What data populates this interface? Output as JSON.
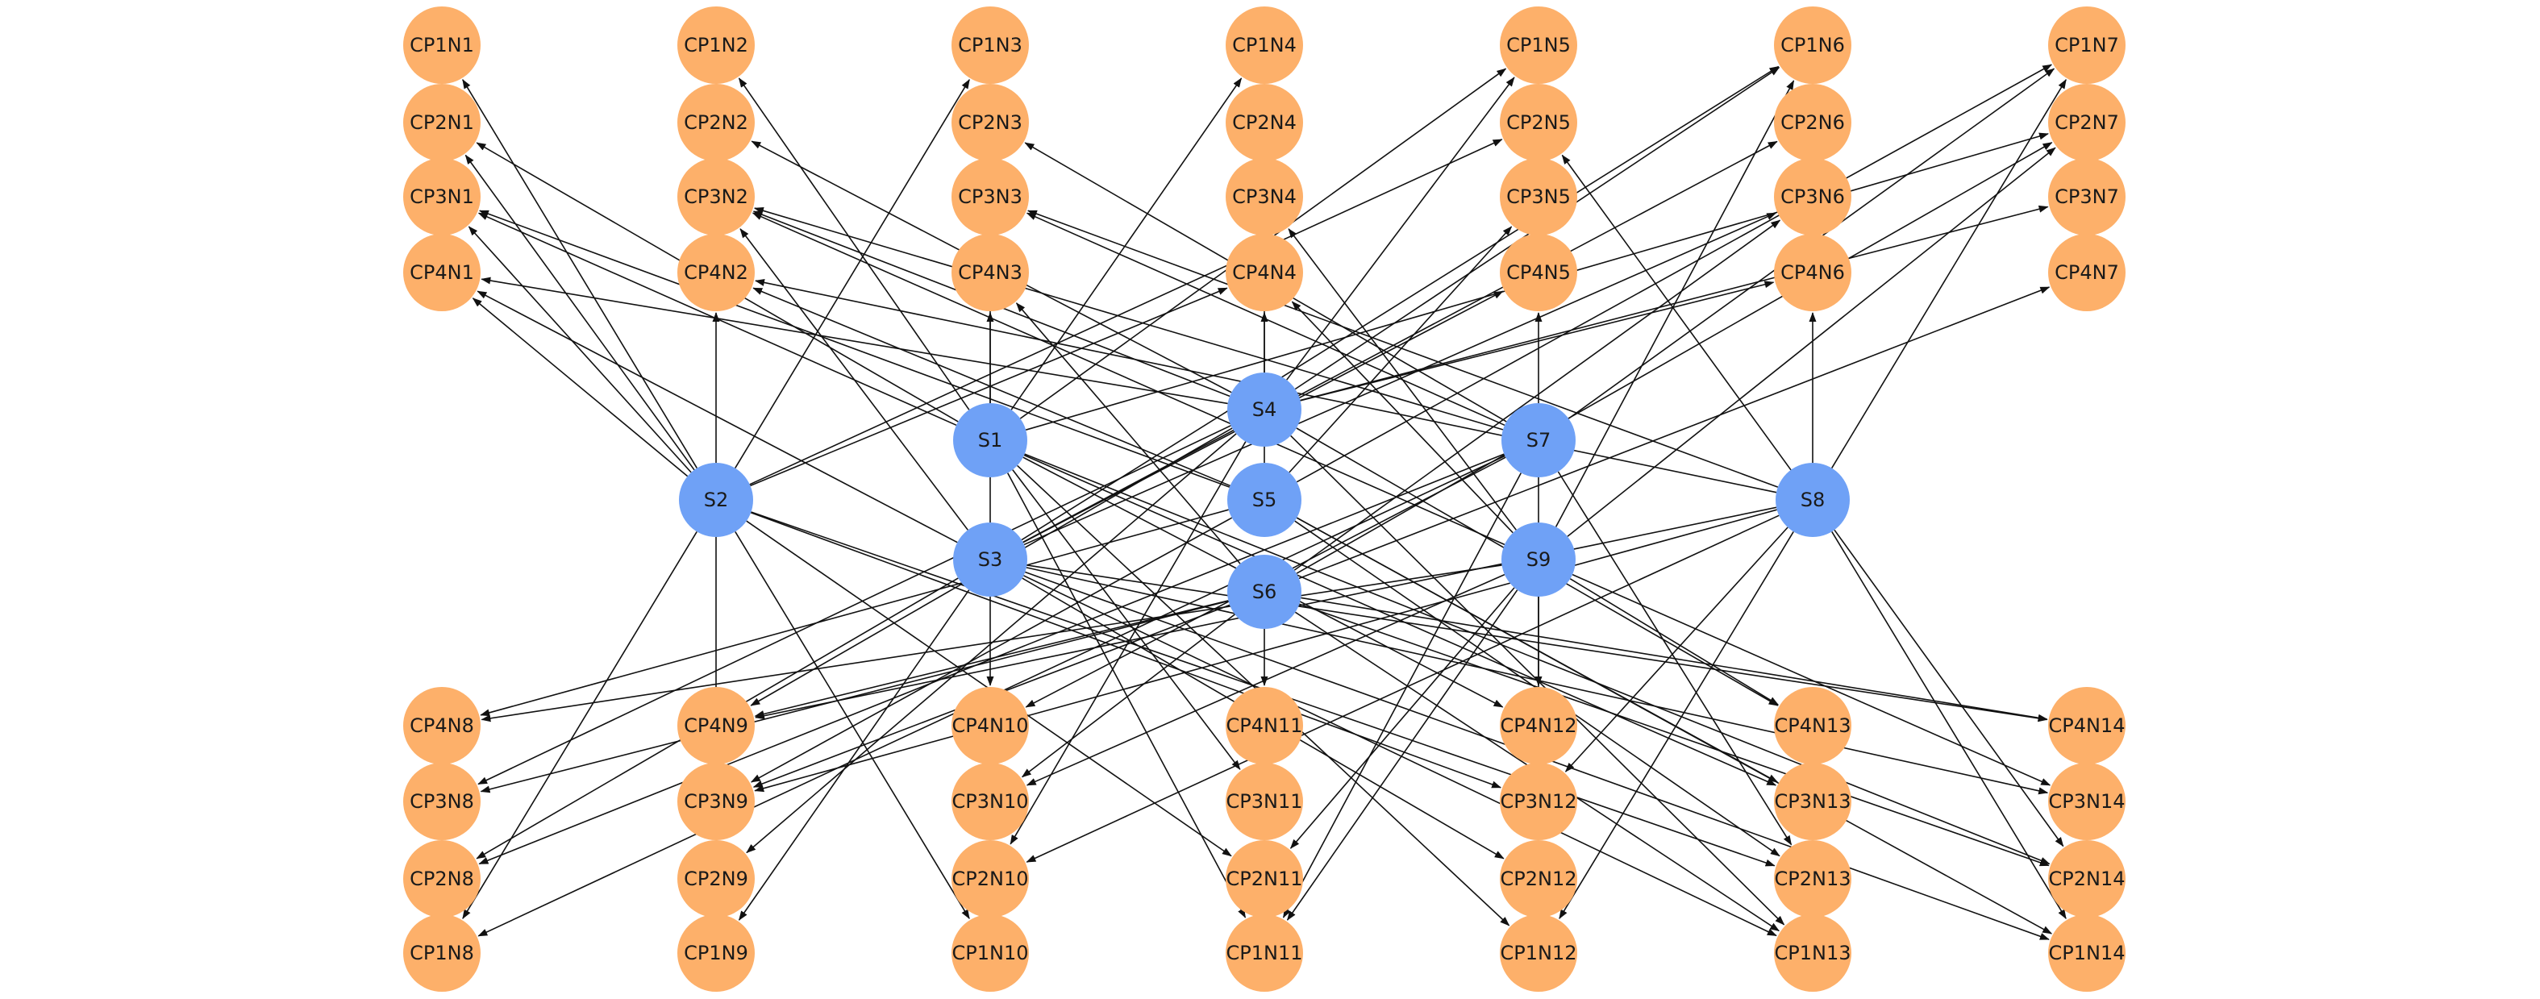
{
  "colors": {
    "client_node": "#fdb06a",
    "server_node": "#6fa1f6",
    "edge": "#111111",
    "label": "#1a1a1a"
  },
  "nodes": {
    "servers": [
      "S1",
      "S2",
      "S3",
      "S4",
      "S5",
      "S6",
      "S7",
      "S8",
      "S9"
    ],
    "clients": [
      "CP1N1",
      "CP2N1",
      "CP3N1",
      "CP4N1",
      "CP1N2",
      "CP2N2",
      "CP3N2",
      "CP4N2",
      "CP1N3",
      "CP2N3",
      "CP3N3",
      "CP4N3",
      "CP1N4",
      "CP2N4",
      "CP3N4",
      "CP4N4",
      "CP1N5",
      "CP2N5",
      "CP3N5",
      "CP4N5",
      "CP1N6",
      "CP2N6",
      "CP3N6",
      "CP4N6",
      "CP1N7",
      "CP2N7",
      "CP3N7",
      "CP4N7",
      "CP4N8",
      "CP3N8",
      "CP2N8",
      "CP1N8",
      "CP4N9",
      "CP3N9",
      "CP2N9",
      "CP1N9",
      "CP4N10",
      "CP3N10",
      "CP2N10",
      "CP1N10",
      "CP4N11",
      "CP3N11",
      "CP2N11",
      "CP1N11",
      "CP4N12",
      "CP3N12",
      "CP2N12",
      "CP1N12",
      "CP4N13",
      "CP3N13",
      "CP2N13",
      "CP1N13",
      "CP4N14",
      "CP3N14",
      "CP2N14",
      "CP1N14"
    ]
  },
  "edges": [
    [
      "S2",
      "CP4N2"
    ],
    [
      "S2",
      "CP1N1"
    ],
    [
      "S2",
      "CP2N1"
    ],
    [
      "S2",
      "CP3N1"
    ],
    [
      "S2",
      "CP4N1"
    ],
    [
      "S2",
      "CP1N3"
    ],
    [
      "S2",
      "CP2N5"
    ],
    [
      "S2",
      "CP4N4"
    ],
    [
      "S2",
      "CP1N8"
    ],
    [
      "S2",
      "CP3N9"
    ],
    [
      "S2",
      "CP1N10"
    ],
    [
      "S2",
      "CP2N11"
    ],
    [
      "S2",
      "CP3N12"
    ],
    [
      "S2",
      "CP2N13"
    ],
    [
      "S1",
      "CP4N3"
    ],
    [
      "S1",
      "CP1N2"
    ],
    [
      "S1",
      "CP2N1"
    ],
    [
      "S1",
      "CP3N1"
    ],
    [
      "S1",
      "CP1N5"
    ],
    [
      "S1",
      "CP2N7"
    ],
    [
      "S1",
      "CP1N4"
    ],
    [
      "S1",
      "CP3N11"
    ],
    [
      "S1",
      "CP1N11"
    ],
    [
      "S1",
      "CP4N12"
    ],
    [
      "S1",
      "CP1N12"
    ],
    [
      "S1",
      "CP2N14"
    ],
    [
      "S1",
      "CP3N13"
    ],
    [
      "S3",
      "CP4N10"
    ],
    [
      "S3",
      "CP2N3"
    ],
    [
      "S3",
      "CP3N2"
    ],
    [
      "S3",
      "CP4N1"
    ],
    [
      "S3",
      "CP1N6"
    ],
    [
      "S3",
      "CP2N6"
    ],
    [
      "S3",
      "CP3N6"
    ],
    [
      "S3",
      "CP4N5"
    ],
    [
      "S3",
      "CP2N8"
    ],
    [
      "S3",
      "CP1N9"
    ],
    [
      "S3",
      "CP4N14"
    ],
    [
      "S3",
      "CP1N13"
    ],
    [
      "S3",
      "CP2N12"
    ],
    [
      "S3",
      "CP3N14"
    ],
    [
      "S3",
      "CP1N14"
    ],
    [
      "S4",
      "CP4N4"
    ],
    [
      "S4",
      "CP2N2"
    ],
    [
      "S4",
      "CP3N2"
    ],
    [
      "S4",
      "CP4N1"
    ],
    [
      "S4",
      "CP1N5"
    ],
    [
      "S4",
      "CP1N6"
    ],
    [
      "S4",
      "CP3N7"
    ],
    [
      "S4",
      "CP4N6"
    ],
    [
      "S4",
      "CP3N8"
    ],
    [
      "S4",
      "CP2N9"
    ],
    [
      "S4",
      "CP4N9"
    ],
    [
      "S4",
      "CP2N10"
    ],
    [
      "S4",
      "CP4N13"
    ],
    [
      "S4",
      "CP1N13"
    ],
    [
      "S5",
      "CP3N5"
    ],
    [
      "S5",
      "CP2N4"
    ],
    [
      "S5",
      "CP3N1"
    ],
    [
      "S5",
      "CP1N7"
    ],
    [
      "S5",
      "CP4N2"
    ],
    [
      "S5",
      "CP4N8"
    ],
    [
      "S5",
      "CP3N9"
    ],
    [
      "S5",
      "CP3N13"
    ],
    [
      "S5",
      "CP2N13"
    ],
    [
      "S5",
      "CP1N14"
    ],
    [
      "S6",
      "CP4N11"
    ],
    [
      "S6",
      "CP4N3"
    ],
    [
      "S6",
      "CP4N7"
    ],
    [
      "S6",
      "CP3N6"
    ],
    [
      "S6",
      "CP2N7"
    ],
    [
      "S6",
      "CP4N9"
    ],
    [
      "S6",
      "CP3N9"
    ],
    [
      "S6",
      "CP3N8"
    ],
    [
      "S6",
      "CP3N10"
    ],
    [
      "S6",
      "CP4N14"
    ],
    [
      "S6",
      "CP2N14"
    ],
    [
      "S6",
      "CP1N13"
    ],
    [
      "S7",
      "CP4N5"
    ],
    [
      "S7",
      "CP3N3"
    ],
    [
      "S7",
      "CP3N2"
    ],
    [
      "S7",
      "CP2N3"
    ],
    [
      "S7",
      "CP1N7"
    ],
    [
      "S7",
      "CP4N10"
    ],
    [
      "S7",
      "CP2N8"
    ],
    [
      "S7",
      "CP1N8"
    ],
    [
      "S7",
      "CP1N11"
    ],
    [
      "S7",
      "CP2N12"
    ],
    [
      "S7",
      "CP2N13"
    ],
    [
      "S8",
      "CP4N6"
    ],
    [
      "S8",
      "CP1N7"
    ],
    [
      "S8",
      "CP2N5"
    ],
    [
      "S8",
      "CP3N3"
    ],
    [
      "S8",
      "CP4N2"
    ],
    [
      "S8",
      "CP4N9"
    ],
    [
      "S8",
      "CP3N9"
    ],
    [
      "S8",
      "CP2N10"
    ],
    [
      "S8",
      "CP1N12"
    ],
    [
      "S8",
      "CP1N14"
    ],
    [
      "S8",
      "CP2N14"
    ],
    [
      "S8",
      "CP3N12"
    ],
    [
      "S9",
      "CP4N12"
    ],
    [
      "S9",
      "CP3N4"
    ],
    [
      "S9",
      "CP3N2"
    ],
    [
      "S9",
      "CP4N4"
    ],
    [
      "S9",
      "CP1N6"
    ],
    [
      "S9",
      "CP2N7"
    ],
    [
      "S9",
      "CP4N8"
    ],
    [
      "S9",
      "CP3N10"
    ],
    [
      "S9",
      "CP2N11"
    ],
    [
      "S9",
      "CP4N13"
    ],
    [
      "S9",
      "CP3N14"
    ],
    [
      "S9",
      "CP1N11"
    ]
  ]
}
